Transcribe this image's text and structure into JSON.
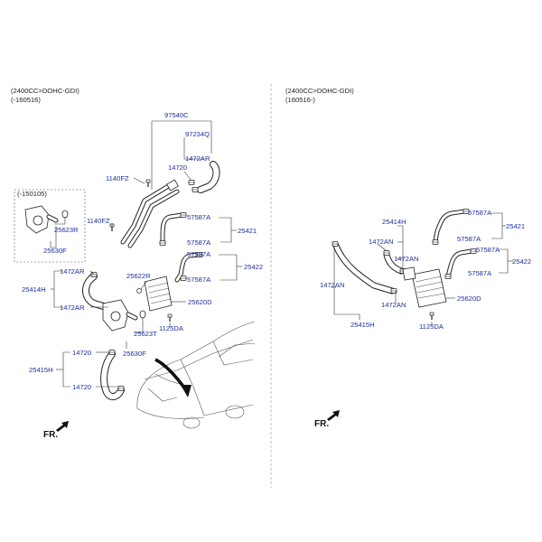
{
  "left_panel": {
    "header_line1": "(2400CC>DOHC-GDI)",
    "header_line2": "(-160516)",
    "inset_label": "(-150105)",
    "parts": {
      "p97540C": "97540C",
      "p97234Q": "97234Q",
      "p1472AR_top": "1472AR",
      "p14720_top": "14720",
      "p1140FZ_a": "1140FZ",
      "p1140FZ_b": "1140FZ",
      "p25623R": "25623R",
      "p25630F_inset": "25630F",
      "p57587A_1": "57587A",
      "p25421": "25421",
      "p57587A_2": "57587A",
      "p57587A_3": "57587A",
      "p25422": "25422",
      "p57587A_4": "57587A",
      "p1472AR_1": "1472AR",
      "p25414H": "25414H",
      "p1472AR_2": "1472AR",
      "p25622R": "25622R",
      "p25620D": "25620D",
      "p1125DA": "1125DA",
      "p25623T": "25623T",
      "p25630F": "25630F",
      "p14720_1": "14720",
      "p25415H": "25415H",
      "p14720_2": "14720"
    },
    "fr_label": "FR."
  },
  "right_panel": {
    "header_line1": "(2400CC>DOHC-GDI)",
    "header_line2": "(160516-)",
    "parts": {
      "p25414H": "25414H",
      "p1472AN_1": "1472AN",
      "p1472AN_2": "1472AN",
      "p1472AN_3": "1472AN",
      "p1472AN_4": "1472AN",
      "p57587A_1": "57587A",
      "p25421": "25421",
      "p57587A_2": "57587A",
      "p57587A_3": "57587A",
      "p25422": "25422",
      "p57587A_4": "57587A",
      "p25620D": "25620D",
      "p25415H": "25415H",
      "p1125DA": "1125DA"
    },
    "fr_label": "FR."
  },
  "colors": {
    "label_blue": "#1c2ea0",
    "line": "#333333",
    "divider": "#999999"
  }
}
